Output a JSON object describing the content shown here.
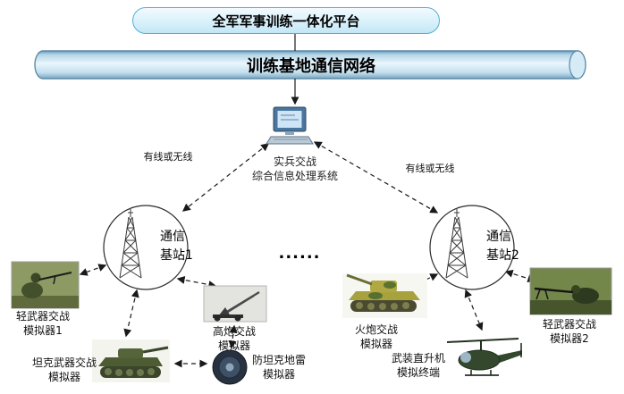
{
  "colors": {
    "platform_fill_top": "#f2fbfe",
    "platform_fill_bottom": "#c2e7f6",
    "platform_border": "#54b0d4",
    "pipe_highlight": "#eaf6fc",
    "pipe_edge": "#5c8aa8",
    "connector": "#1a1a1a"
  },
  "platform": {
    "title": "全军军事训练一体化平台"
  },
  "network": {
    "title": "训练基地通信网络"
  },
  "processor": {
    "line1": "实兵交战",
    "line2": "综合信息处理系统"
  },
  "links": {
    "left": "有线或无线",
    "right": "有线或无线"
  },
  "stations": {
    "s1": {
      "line1": "通信",
      "line2": "基站1"
    },
    "s2": {
      "line1": "通信",
      "line2": "基站2"
    }
  },
  "ellipsis": "......",
  "simulators": {
    "light1": {
      "line1": "轻武器交战",
      "line2": "模拟器1"
    },
    "tank": {
      "line1": "坦克武器交战",
      "line2": "模拟器"
    },
    "aa": {
      "line1": "高炮交战",
      "line2": "模拟器"
    },
    "mine": {
      "line1": "防坦克地雷",
      "line2": "模拟器"
    },
    "artillery": {
      "line1": "火炮交战",
      "line2": "模拟器"
    },
    "heli": {
      "line1": "武装直升机",
      "line2": "模拟终端"
    },
    "light2": {
      "line1": "轻武器交战",
      "line2": "模拟器2"
    }
  }
}
